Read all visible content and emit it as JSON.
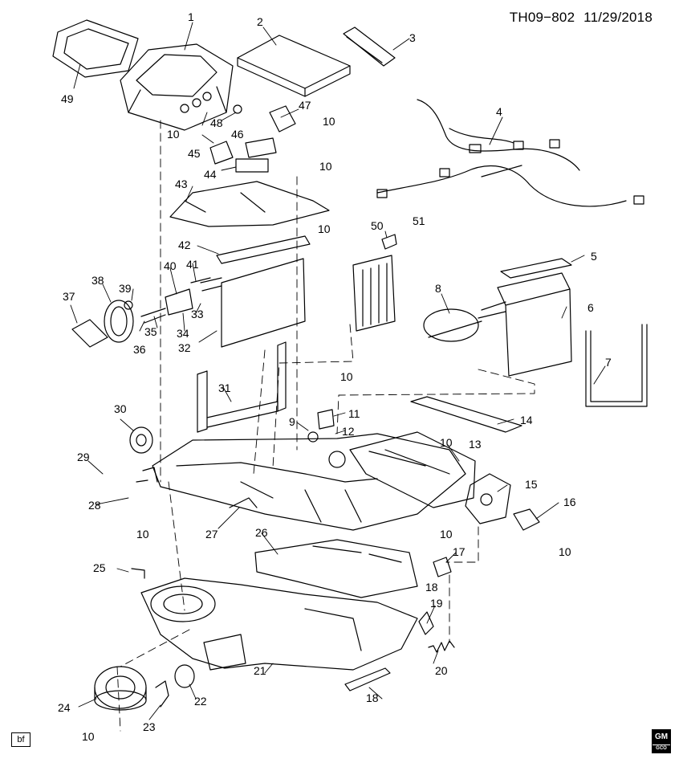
{
  "header": {
    "code": "TH09−802",
    "date": "11/29/2018"
  },
  "footer": {
    "tag": "bf",
    "logo": "GM",
    "logo_sub": "GCO"
  },
  "callouts": [
    "1",
    "2",
    "3",
    "4",
    "5",
    "6",
    "7",
    "8",
    "9",
    "10",
    "11",
    "12",
    "13",
    "14",
    "15",
    "16",
    "17",
    "18",
    "19",
    "20",
    "21",
    "22",
    "23",
    "24",
    "25",
    "26",
    "27",
    "28",
    "29",
    "30",
    "31",
    "32",
    "33",
    "34",
    "35",
    "36",
    "37",
    "38",
    "39",
    "40",
    "41",
    "42",
    "43",
    "44",
    "45",
    "46",
    "47",
    "48",
    "49",
    "50",
    "51"
  ]
}
